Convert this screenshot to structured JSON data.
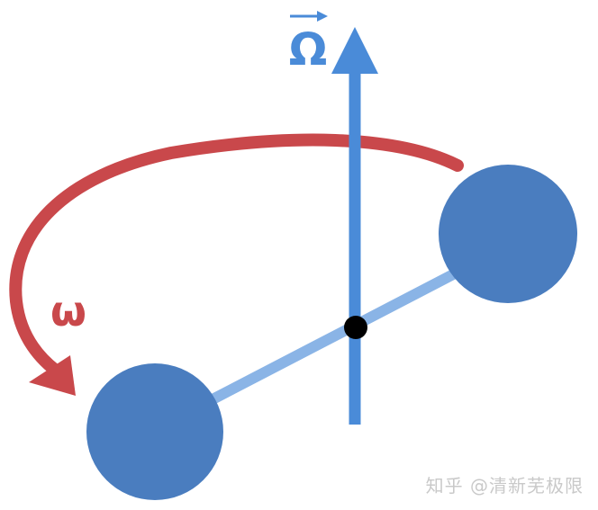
{
  "diagram": {
    "angular_velocity_vector_label": "Ω",
    "rotation_label": "ω",
    "colors": {
      "axis_blue": "#4a8bd8",
      "mass_blue": "#4a7dbf",
      "rod_blue": "#8ab4e6",
      "rotation_red": "#c9484b",
      "pivot": "#000000"
    }
  },
  "watermark": {
    "text": "知乎 @清新芜极限"
  }
}
